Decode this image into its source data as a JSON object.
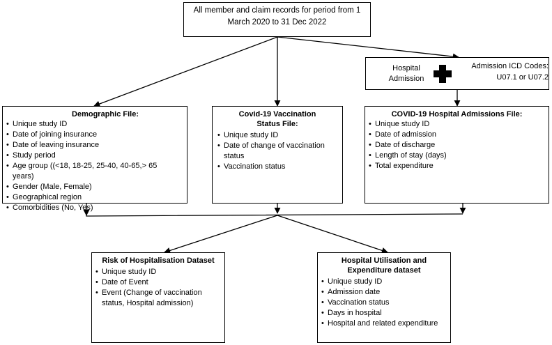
{
  "source": {
    "text": "All member and claim records for period from 1 March 2020 to 31 Dec 2022"
  },
  "admission": {
    "label": "Hospital Admission",
    "icd_codes": "Admission ICD Codes: U07.1 or U07.2",
    "icon": "hospital-cross-icon"
  },
  "demographic": {
    "title": "Demographic File:",
    "items": [
      "Unique study ID",
      "Date of joining insurance",
      "Date of leaving insurance",
      "Study period",
      "Age group ((<18, 18-25, 25-40, 40-65,> 65 years)",
      "Gender (Male, Female)",
      "Geographical region",
      "Comorbidities (No, Yes)"
    ]
  },
  "vaccination": {
    "title": "Covid-19 Vaccination Status File:",
    "items": [
      "Unique study ID",
      "Date of change of vaccination status",
      "Vaccination status"
    ]
  },
  "hospital_admissions": {
    "title": "COVID-19 Hospital Admissions File:",
    "items": [
      "Unique study ID",
      "Date of admission",
      "Date of discharge",
      "Length of stay (days)",
      "Total expenditure"
    ]
  },
  "risk": {
    "title": "Risk of Hospitalisation Dataset",
    "items": [
      "Unique study ID",
      "Date of Event",
      "Event (Change of vaccination status, Hospital admission)"
    ]
  },
  "utilisation": {
    "title": "Hospital Utilisation and Expenditure dataset",
    "items": [
      "Unique study ID",
      "Admission date",
      "Vaccination status",
      "Days in hospital",
      "Hospital and related expenditure"
    ]
  }
}
